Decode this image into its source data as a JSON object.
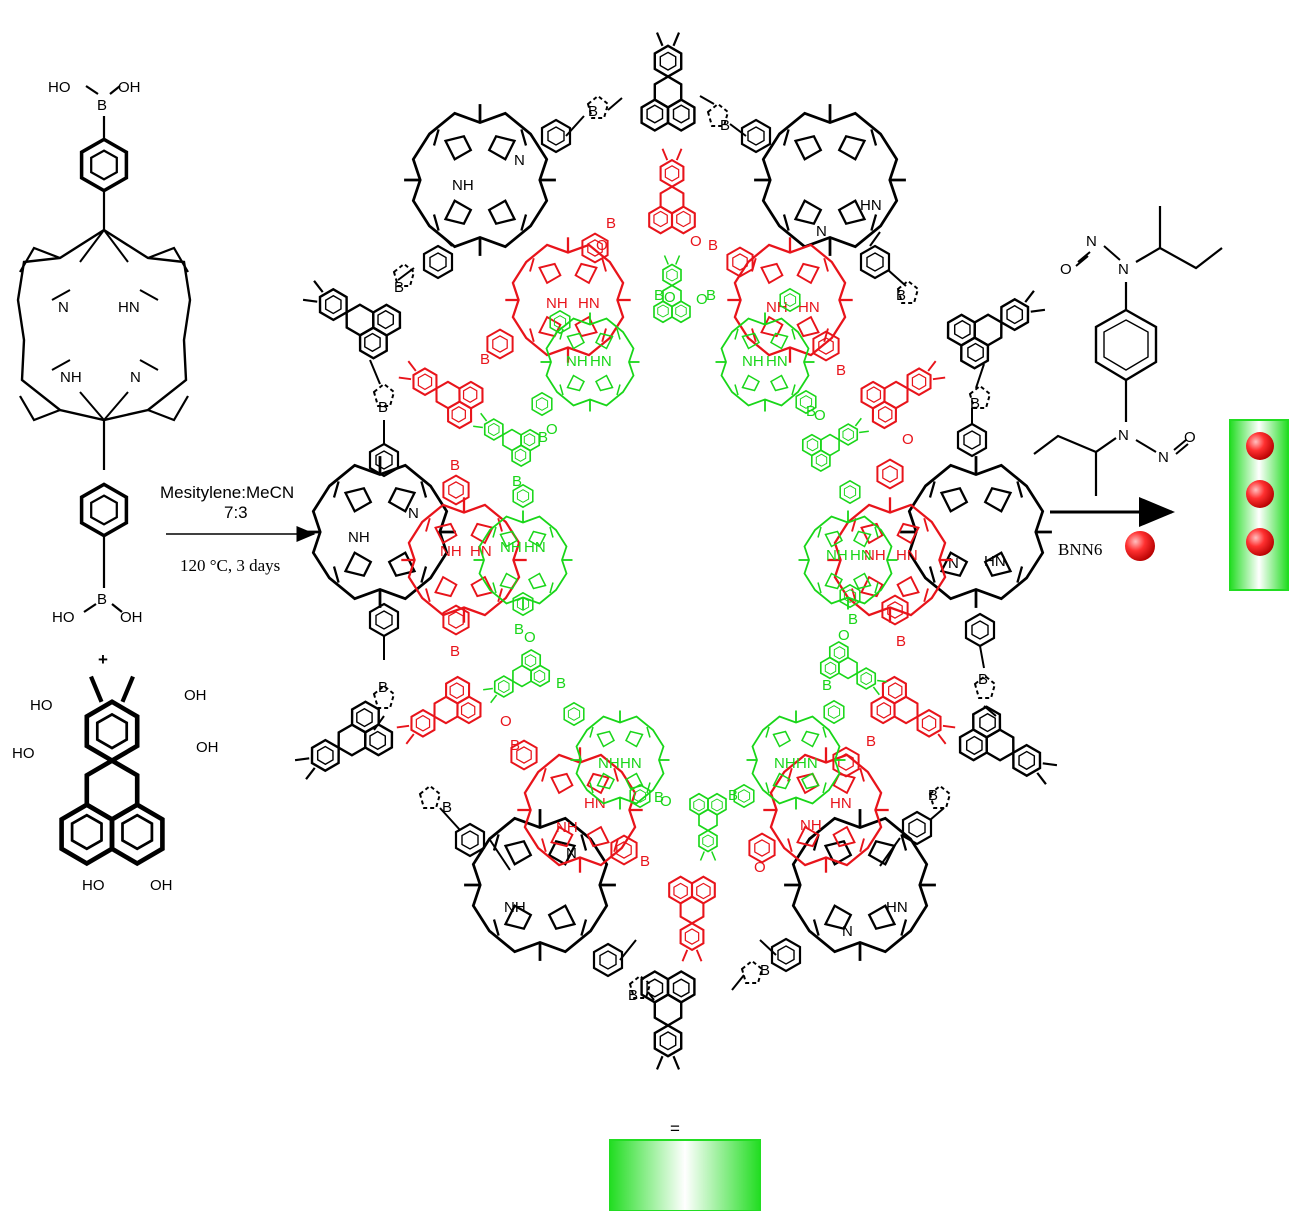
{
  "reaction": {
    "solvent": "Mesitylene:MeCN",
    "ratio": "7:3",
    "conditions": "120 °C, 3 days",
    "plus": "+",
    "cargo_name": "BNN6",
    "equals": "="
  },
  "boronic_acid": {
    "top_left": "HO",
    "top_b": "B",
    "top_right": "OH",
    "bottom_left": "HO",
    "bottom_b": "B",
    "bottom_right": "OH",
    "n_left": "N",
    "nh_right": "HN",
    "nh_left": "NH",
    "n_right": "N"
  },
  "hhtp": {
    "oh1": "OH",
    "oh2": "HO",
    "oh3": "OH",
    "oh4": "HO",
    "oh5": "HO",
    "oh6": "OH"
  },
  "bnn6": {
    "o1": "O",
    "n1": "N",
    "n2": "N",
    "o2": "O",
    "n3": "N",
    "n4": "N"
  },
  "atoms": {
    "b": "B",
    "o": "O",
    "n": "N",
    "nh": "NH",
    "hn": "HN"
  },
  "colors": {
    "outer": "#000000",
    "middle": "#e8141b",
    "inner": "#19d619",
    "cargo": "#e8141b",
    "box": "#22dd22"
  }
}
